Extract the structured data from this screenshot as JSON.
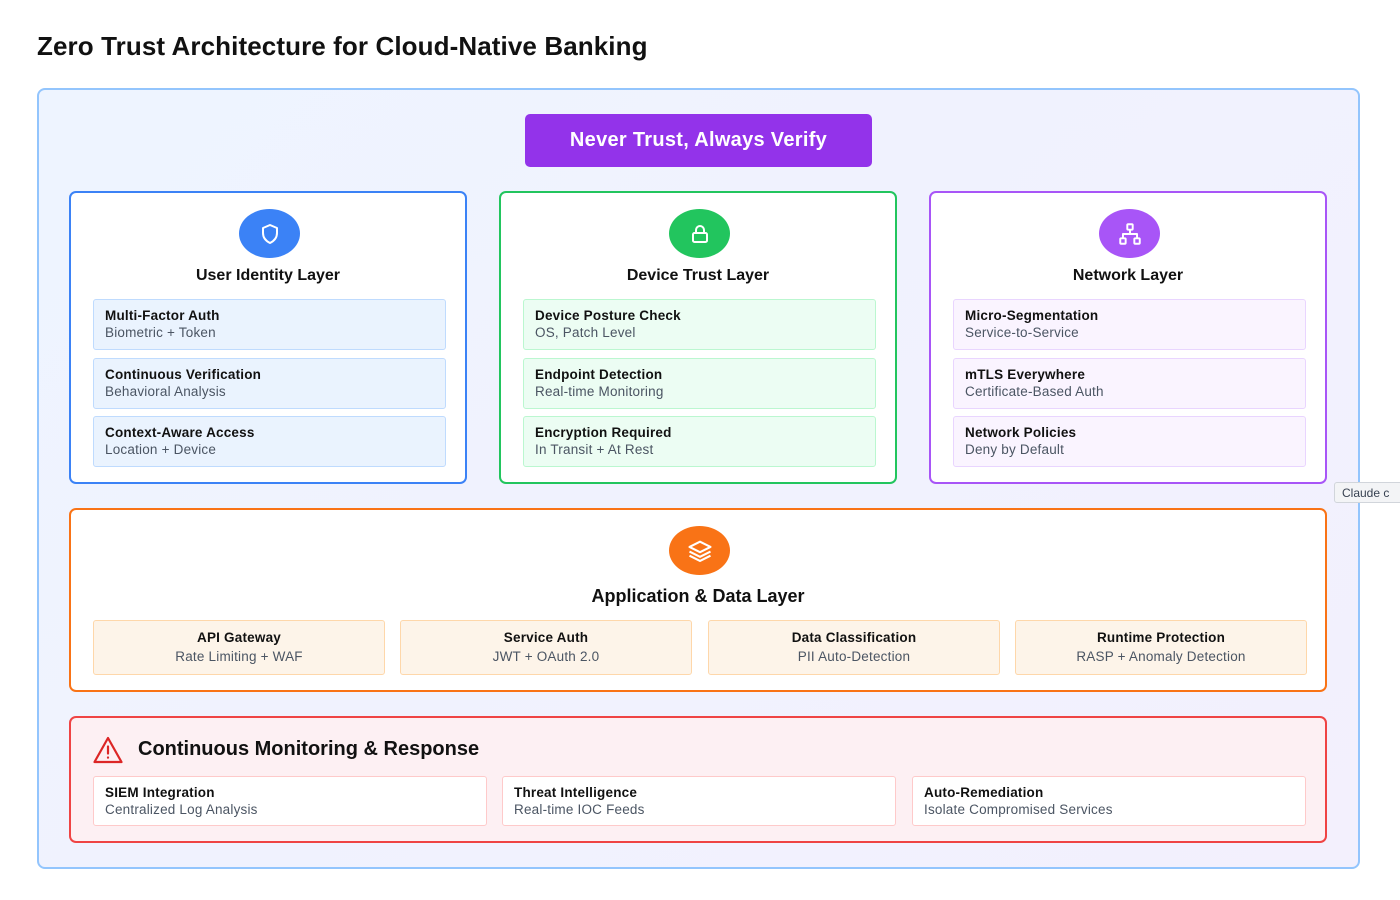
{
  "title": "Zero Trust Architecture for Cloud-Native Banking",
  "banner": "Never Trust, Always Verify",
  "layers": [
    {
      "title": "User Identity Layer",
      "icon": "shield-icon",
      "color": "#3b82f6",
      "items": [
        {
          "title": "Multi-Factor Auth",
          "sub": "Biometric + Token"
        },
        {
          "title": "Continuous Verification",
          "sub": "Behavioral Analysis"
        },
        {
          "title": "Context-Aware Access",
          "sub": "Location + Device"
        }
      ]
    },
    {
      "title": "Device Trust Layer",
      "icon": "lock-icon",
      "color": "#22c55e",
      "items": [
        {
          "title": "Device Posture Check",
          "sub": "OS, Patch Level"
        },
        {
          "title": "Endpoint Detection",
          "sub": "Real-time Monitoring"
        },
        {
          "title": "Encryption Required",
          "sub": "In Transit + At Rest"
        }
      ]
    },
    {
      "title": "Network Layer",
      "icon": "network-icon",
      "color": "#a855f7",
      "items": [
        {
          "title": "Micro-Segmentation",
          "sub": "Service-to-Service"
        },
        {
          "title": "mTLS Everywhere",
          "sub": "Certificate-Based Auth"
        },
        {
          "title": "Network Policies",
          "sub": "Deny by Default"
        }
      ]
    }
  ],
  "app": {
    "title": "Application & Data Layer",
    "icon": "layers-icon",
    "color": "#f97316",
    "cards": [
      {
        "title": "API Gateway",
        "sub": "Rate Limiting + WAF"
      },
      {
        "title": "Service Auth",
        "sub": "JWT + OAuth 2.0"
      },
      {
        "title": "Data Classification",
        "sub": "PII Auto-Detection"
      },
      {
        "title": "Runtime Protection",
        "sub": "RASP + Anomaly Detection"
      }
    ]
  },
  "monitoring": {
    "title": "Continuous Monitoring & Response",
    "icon": "warning-icon",
    "color": "#ef4444",
    "cards": [
      {
        "title": "SIEM Integration",
        "sub": "Centralized Log Analysis"
      },
      {
        "title": "Threat Intelligence",
        "sub": "Real-time IOC Feeds"
      },
      {
        "title": "Auto-Remediation",
        "sub": "Isolate Compromised Services"
      }
    ]
  },
  "side_tab": "Claude c"
}
